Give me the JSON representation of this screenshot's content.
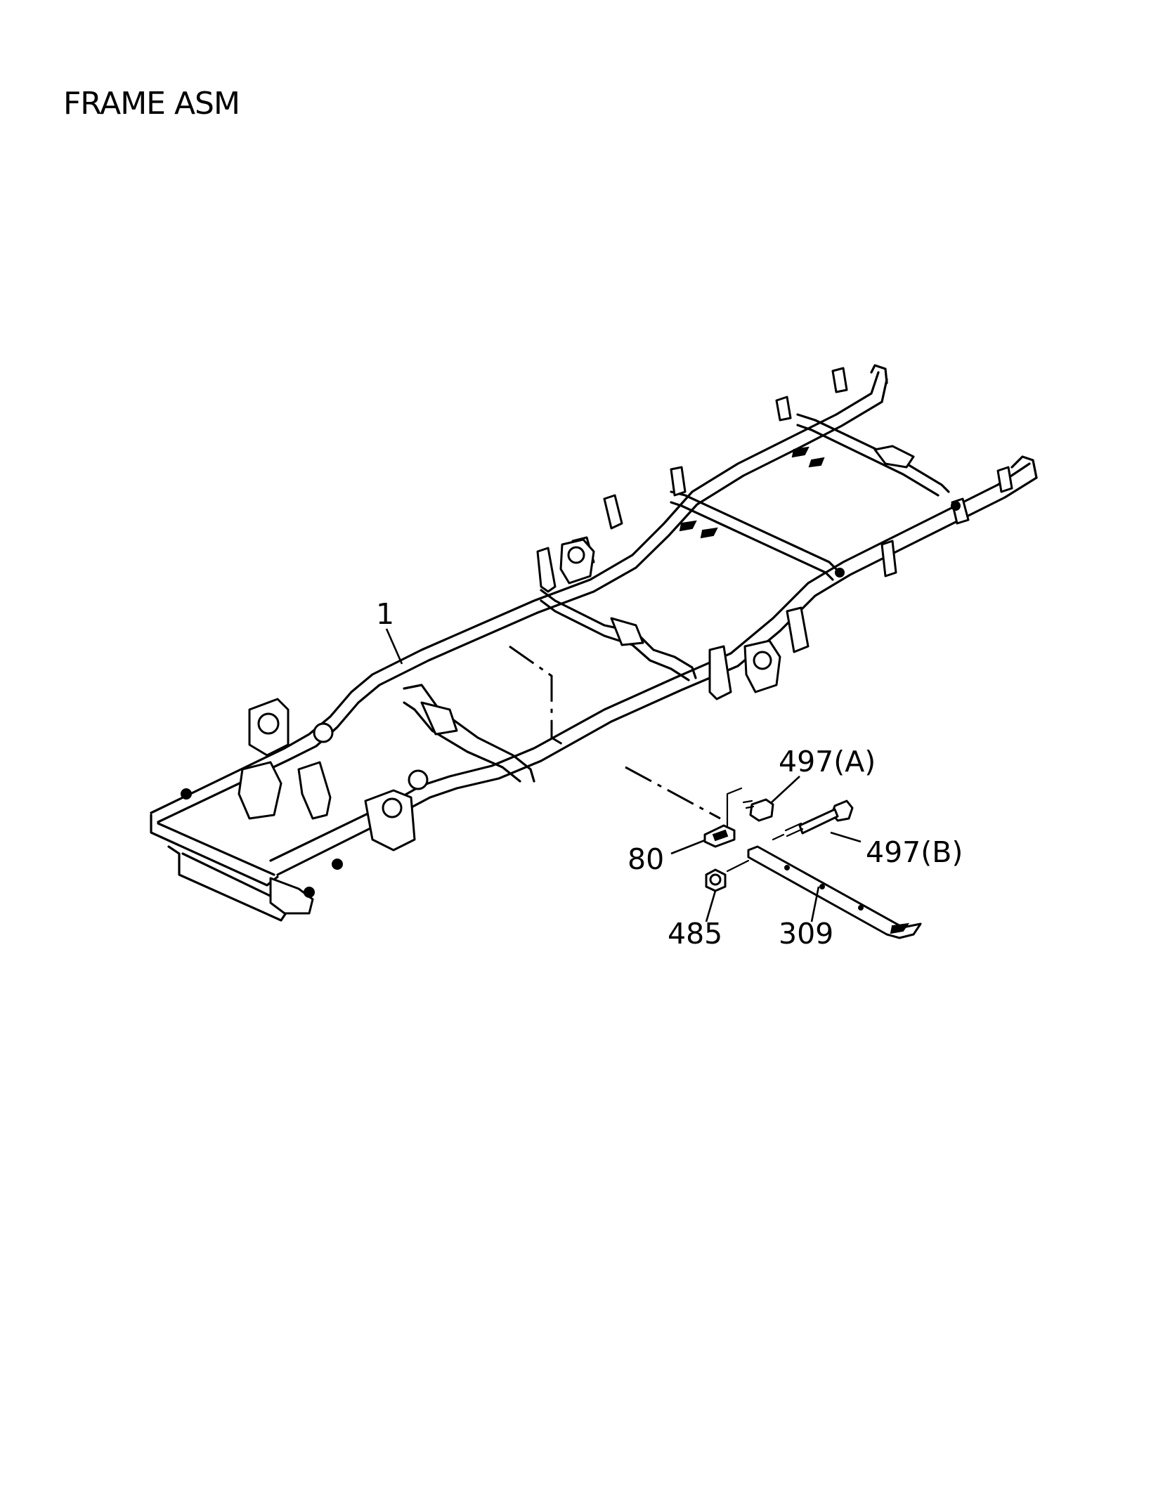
{
  "title": "FRAME ASM",
  "callouts": {
    "c1": "1",
    "c497a": "497(A)",
    "c497b": "497(B)",
    "c80": "80",
    "c485": "485",
    "c309": "309"
  }
}
